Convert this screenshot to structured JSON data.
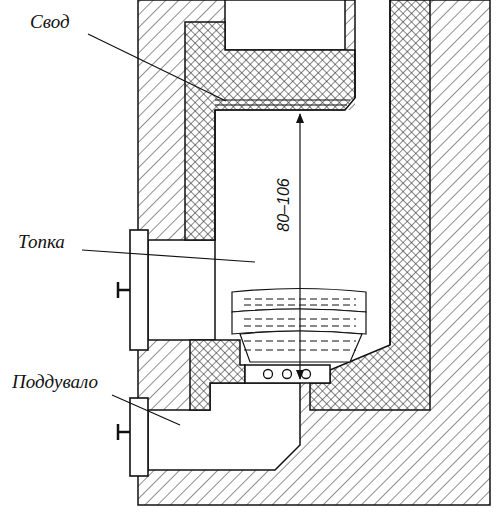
{
  "diagram": {
    "labels": [
      "Свод",
      "Топка",
      "Поддувало",
      "80–106"
    ]
  }
}
